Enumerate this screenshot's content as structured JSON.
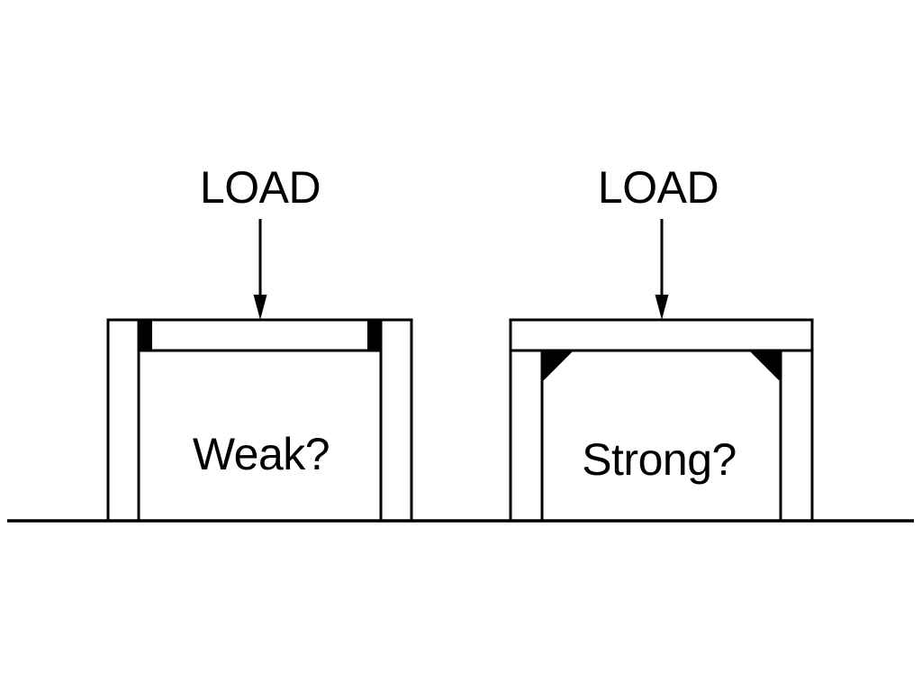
{
  "colors": {
    "ink": "#000000",
    "paper": "#ffffff"
  },
  "left_figure": {
    "load_label": "LOAD",
    "caption": "Weak?"
  },
  "right_figure": {
    "load_label": "LOAD",
    "caption": "Strong?"
  }
}
